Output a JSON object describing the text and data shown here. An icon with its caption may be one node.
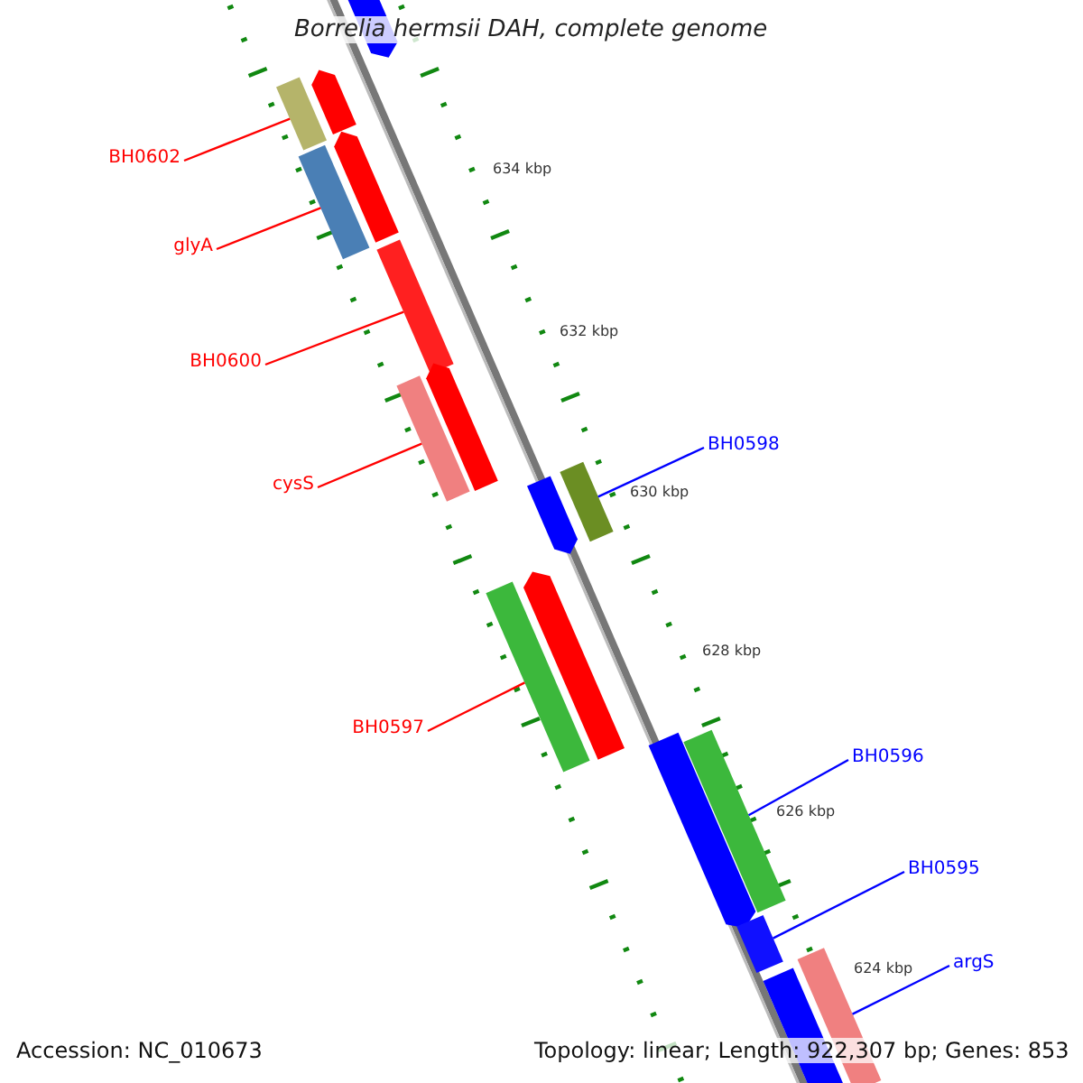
{
  "diagram": {
    "title": "Borrelia hermsii DAH, complete genome",
    "nodes": [
      {
        "text": [
          "BH0602"
        ]
      },
      {
        "text": [
          "glyA"
        ]
      },
      {
        "text": [
          "BH0600"
        ]
      },
      {
        "text": [
          "cysS"
        ]
      },
      {
        "text": [
          "BH0598"
        ]
      },
      {
        "text": [
          "BH0597"
        ]
      },
      {
        "text": [
          "BH0596"
        ]
      },
      {
        "text": [
          "BH0595"
        ]
      },
      {
        "text": [
          "argS"
        ]
      },
      {
        "text": [],
        "shape": "bar"
      },
      {
        "text": [],
        "shape": "bar"
      },
      {
        "text": [],
        "shape": "bar"
      },
      {
        "text": [],
        "shape": "bar"
      },
      {
        "text": [],
        "shape": "bar"
      },
      {
        "text": [],
        "shape": "bar"
      },
      {
        "text": [],
        "shape": "bar"
      },
      {
        "text": [],
        "shape": "bar"
      },
      {
        "text": [],
        "shape": "bar"
      },
      {
        "text": [],
        "shape": "bar"
      },
      {
        "text": [],
        "shape": "bar"
      },
      {
        "text": [],
        "shape": "bar"
      },
      {
        "text": [],
        "shape": "bar"
      },
      {
        "text": [],
        "shape": "bar"
      },
      {
        "text": [],
        "shape": "bar"
      },
      {
        "text": [],
        "shape": "bar"
      },
      {
        "text": [],
        "shape": "bar"
      }
    ],
    "edges": [
      {
        "from": 0,
        "to": 11,
        "arrow": "none"
      },
      {
        "from": 1,
        "to": 13,
        "arrow": "none"
      },
      {
        "from": 2,
        "to": 14,
        "arrow": "none"
      },
      {
        "from": 3,
        "to": 16,
        "arrow": "none"
      },
      {
        "from": 4,
        "to": 17,
        "arrow": "none",
        "color": "#0000ff"
      },
      {
        "from": 5,
        "to": 20,
        "arrow": "none"
      },
      {
        "from": 6,
        "to": 21,
        "arrow": "none",
        "color": "#0000ff"
      },
      {
        "from": 7,
        "to": 23,
        "arrow": "none",
        "color": "#0000ff"
      },
      {
        "from": 8,
        "to": 24,
        "arrow": "none",
        "color": "#0000ff"
      }
    ],
    "labels": [
      "634 kbp",
      "632 kbp",
      "630 kbp",
      "628 kbp",
      "626 kbp",
      "624 kbp",
      "Accession: NC_010673",
      "Topology: linear; Length: 922,307 bp; Genes: 853"
    ]
  }
}
